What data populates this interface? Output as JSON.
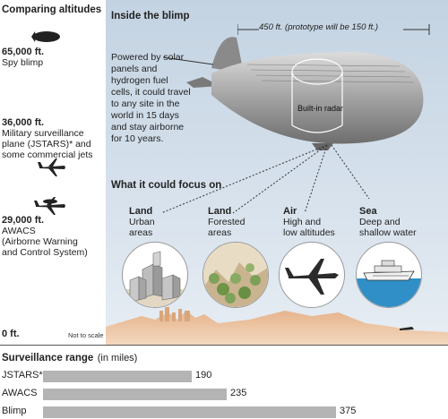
{
  "left_panel": {
    "title": "Comparing altitudes",
    "altitudes": [
      {
        "value": "65,000 ft.",
        "desc": [
          "Spy blimp"
        ]
      },
      {
        "value": "36,000 ft.",
        "desc": [
          "Military surveillance",
          "plane (JSTARS)* and",
          "some commercial jets"
        ]
      },
      {
        "value": "29,000 ft.",
        "desc": [
          "AWACS",
          "(Airborne Warning",
          "and Control System)"
        ]
      },
      {
        "value": "0 ft.",
        "desc": []
      }
    ],
    "scale_note": "Not to scale"
  },
  "blimp": {
    "title": "Inside the blimp",
    "length": "450 ft. (prototype will be 150 ft.)",
    "description": [
      "Powered by solar",
      "panels and",
      "hydrogen fuel",
      "cells, it could travel",
      "to any site in the",
      "world in 15 days",
      "and stay airborne",
      "for 10 years."
    ],
    "radar_label": "Built-in radar"
  },
  "focus": {
    "title": "What it could focus on",
    "categories": [
      {
        "name": "Land",
        "desc": [
          "Urban",
          "areas"
        ],
        "icon": "city-icon"
      },
      {
        "name": "Land",
        "desc": [
          "Forested",
          "areas"
        ],
        "icon": "forest-icon"
      },
      {
        "name": "Air",
        "desc": [
          "High and",
          "low altitudes"
        ],
        "icon": "airplane-icon"
      },
      {
        "name": "Sea",
        "desc": [
          "Deep and",
          "shallow water"
        ],
        "icon": "ship-icon"
      }
    ]
  },
  "range": {
    "title": "Surveillance range",
    "unit": "(in miles)"
  },
  "chart_data": {
    "type": "bar",
    "title": "Surveillance range (in miles)",
    "categories": [
      "JSTARS*",
      "AWACS",
      "Blimp"
    ],
    "values": [
      190,
      235,
      375
    ],
    "xlim": [
      0,
      375
    ],
    "grid": false,
    "orientation": "horizontal"
  }
}
